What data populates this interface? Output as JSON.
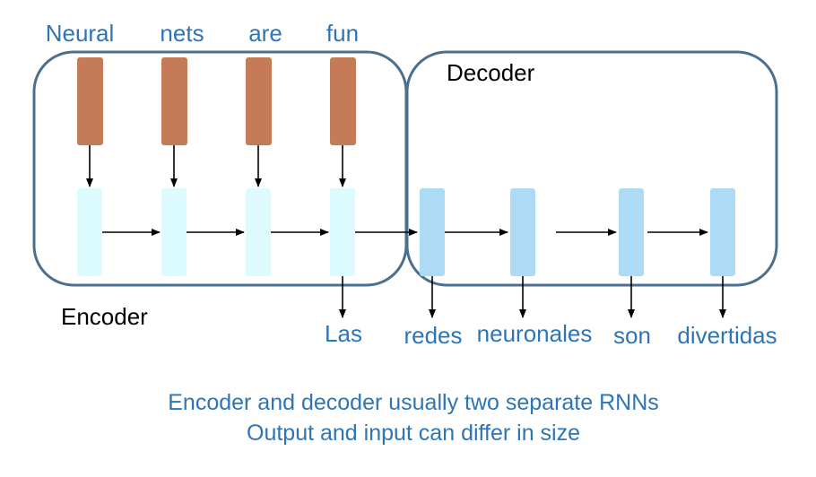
{
  "input_words": [
    "Neural",
    "nets",
    "are",
    "fun"
  ],
  "output_words": [
    "Las",
    "redes",
    "neuronales",
    "son",
    "divertidas"
  ],
  "encoder_label": "Encoder",
  "decoder_label": "Decoder",
  "caption_lines": [
    "Encoder and decoder usually two separate RNNs",
    "Output and input can differ in size"
  ],
  "colors": {
    "word": "#2e75b6",
    "box_border": "#4a6f8f",
    "embedding": "#c57b57",
    "encoder_cell": "#dbfbff",
    "decoder_cell": "#addaf5"
  }
}
